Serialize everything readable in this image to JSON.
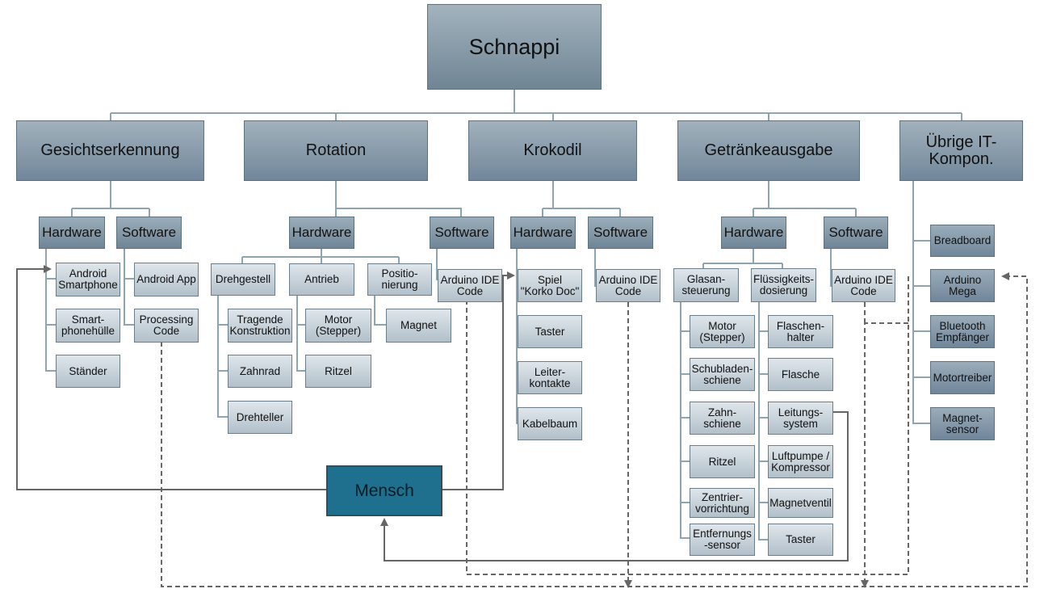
{
  "root": "Schnappi",
  "mensch": "Mensch",
  "categories": {
    "gesicht": {
      "title": "Gesichtserkennung",
      "hardware": "Hardware",
      "software": "Software",
      "hw_items": [
        "Android\nSmartphone",
        "Smart-\nphonehülle",
        "Ständer"
      ],
      "sw_items": [
        "Android App",
        "Processing\nCode"
      ]
    },
    "rotation": {
      "title": "Rotation",
      "hardware": "Hardware",
      "software": "Software",
      "hw_groups": [
        "Drehgestell",
        "Antrieb",
        "Positio-\nnierung"
      ],
      "drehgestell_items": [
        "Tragende\nKonstruktion",
        "Zahnrad",
        "Drehteller"
      ],
      "antrieb_items": [
        "Motor\n(Stepper)",
        "Ritzel"
      ],
      "positionierung_items": [
        "Magnet"
      ],
      "sw_items": [
        "Arduino IDE\nCode"
      ]
    },
    "krokodil": {
      "title": "Krokodil",
      "hardware": "Hardware",
      "software": "Software",
      "hw_items": [
        "Spiel\n\"Korko Doc\"",
        "Taster",
        "Leiter-\nkontakte",
        "Kabelbaum"
      ],
      "sw_items": [
        "Arduino IDE\nCode"
      ]
    },
    "getraenk": {
      "title": "Getränkeausgabe",
      "hardware": "Hardware",
      "software": "Software",
      "hw_groups": [
        "Glasan-\nsteuerung",
        "Flüssigkeits-\ndosierung"
      ],
      "glas_items": [
        "Motor\n(Stepper)",
        "Schubladen-\nschiene",
        "Zahn-\nschiene",
        "Ritzel",
        "Zentrier-\nvorrichtung",
        "Entfernungs\n-sensor"
      ],
      "fluessig_items": [
        "Flaschen-\nhalter",
        "Flasche",
        "Leitungs-\nsystem",
        "Luftpumpe /\nKompressor",
        "Magnetventil",
        "Taster"
      ],
      "sw_items": [
        "Arduino IDE\nCode"
      ]
    },
    "it": {
      "title": "Übrige IT-\nKompon.",
      "items": [
        "Breadboard",
        "Arduino\nMega",
        "Bluetooth\nEmpfänger",
        "Motortreiber",
        "Magnet-\nsensor"
      ]
    }
  },
  "colors": {
    "line": "#8fa4b1",
    "arrow": "#666666",
    "mensch": "#1f6f8e"
  }
}
